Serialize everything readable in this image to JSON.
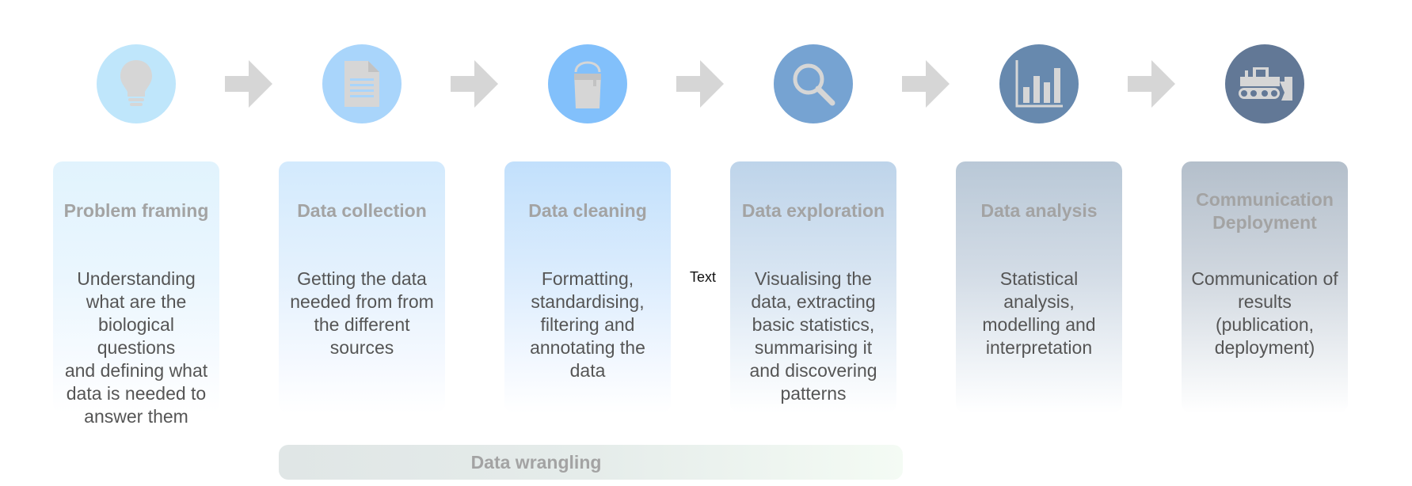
{
  "colors": {
    "circle_1": "#bfe6fb",
    "circle_2": "#a9d5fb",
    "circle_3": "#82c0fb",
    "circle_4": "#76a3d2",
    "circle_5": "#6789ae",
    "circle_6": "#627896",
    "icon": "#d6d6d6",
    "arrow": "#d6d6d6"
  },
  "stages": [
    {
      "icon": "lightbulb-icon",
      "title": "Problem framing",
      "description": "Understanding\nwhat are the\nbiological\nquestions\nand defining what\ndata is needed to\nanswer them"
    },
    {
      "icon": "document-icon",
      "title": "Data collection",
      "description": "Getting the data\nneeded from from\nthe different\nsources"
    },
    {
      "icon": "paint-bucket-icon",
      "title": "Data cleaning",
      "description": "Formatting,\nstandardising,\nfiltering and\nannotating the\ndata"
    },
    {
      "icon": "magnifier-icon",
      "title": "Data exploration",
      "description": "Visualising the\ndata, extracting\nbasic statistics,\nsummarising it\nand discovering\npatterns"
    },
    {
      "icon": "bar-chart-icon",
      "title": "Data analysis",
      "description": "Statistical\nanalysis,\nmodelling and\ninterpretation"
    },
    {
      "icon": "bulldozer-icon",
      "title": "Communication\nDeployment",
      "description": "Communication of\nresults\n(publication,\ndeployment)"
    }
  ],
  "stray_text": "Text",
  "wrangling": {
    "label": "Data wrangling"
  }
}
